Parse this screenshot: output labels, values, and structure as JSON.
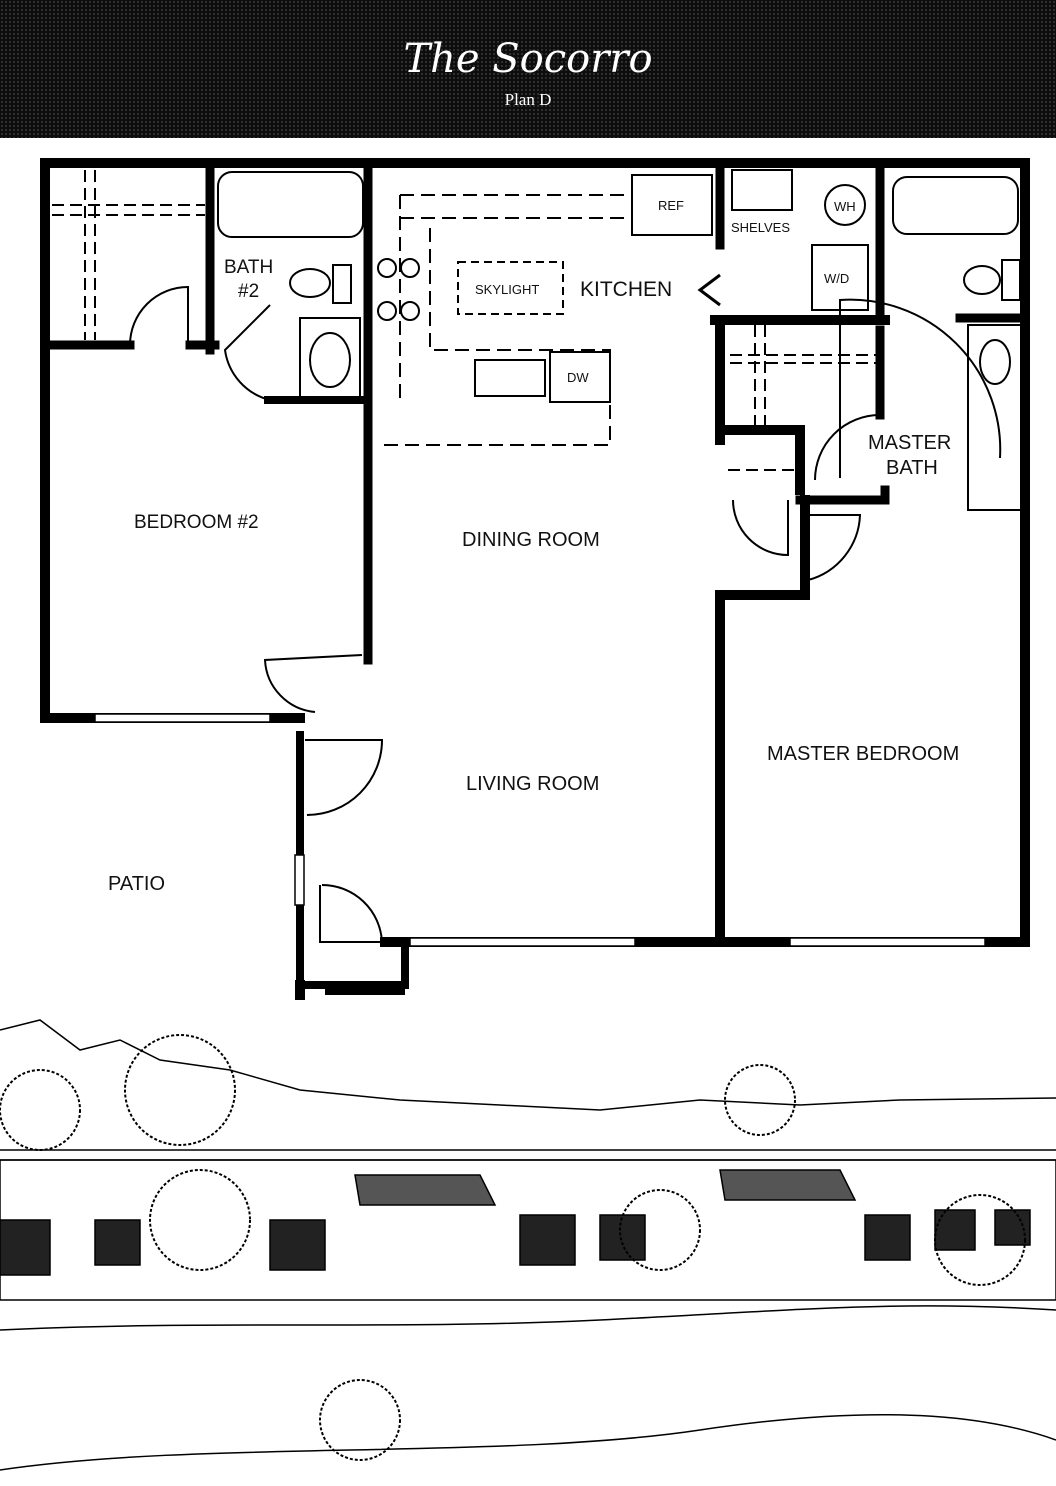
{
  "header": {
    "title": "The Socorro",
    "subtitle": "Plan D"
  },
  "rooms": {
    "bath2_line1": "BATH",
    "bath2_line2": "#2",
    "bedroom2": "BEDROOM #2",
    "kitchen": "KITCHEN",
    "skylight": "SKYLIGHT",
    "ref": "REF",
    "dw": "DW",
    "shelves": "SHELVES",
    "wh": "WH",
    "wd": "W/D",
    "master_bath_line1": "MASTER",
    "master_bath_line2": "BATH",
    "dining_room": "DINING ROOM",
    "living_room": "LIVING ROOM",
    "master_bedroom": "MASTER BEDROOM",
    "patio": "PATIO"
  }
}
